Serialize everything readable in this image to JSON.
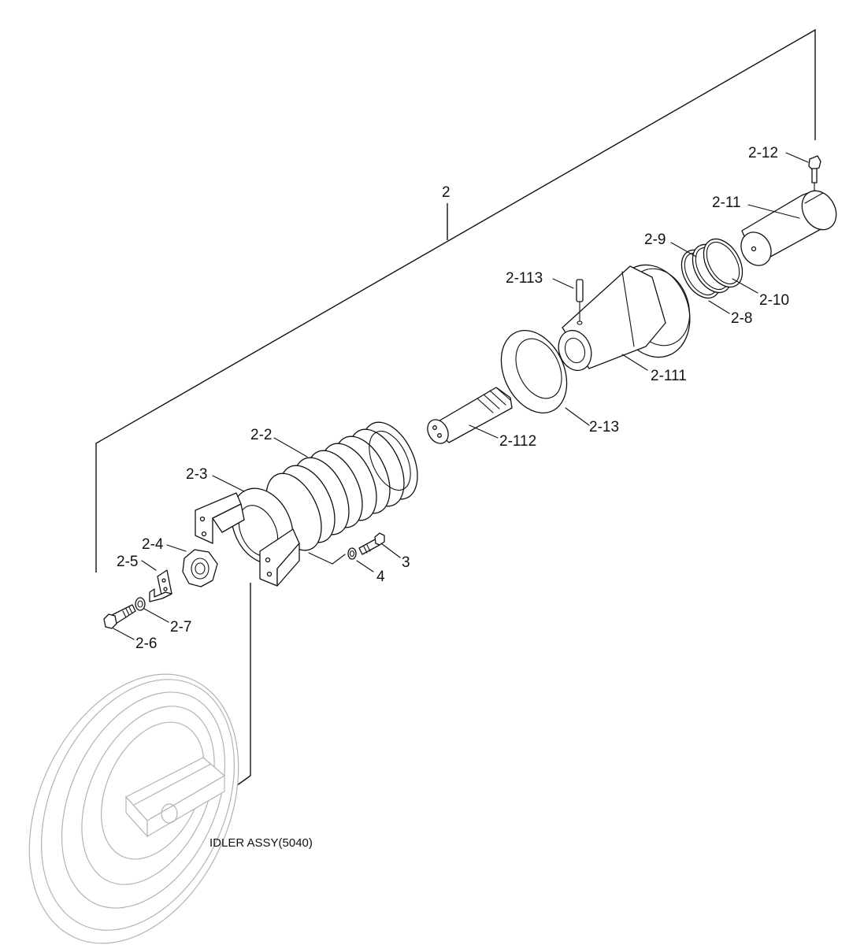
{
  "assembly_label": "2",
  "callouts": {
    "p2_12": "2-12",
    "p2_11": "2-11",
    "p2_9": "2-9",
    "p2_10": "2-10",
    "p2_8": "2-8",
    "p2_113": "2-113",
    "p2_111": "2-111",
    "p2_13": "2-13",
    "p2_112": "2-112",
    "p2_2": "2-2",
    "p2_3": "2-3",
    "p2_4": "2-4",
    "p2_5": "2-5",
    "p2_6": "2-6",
    "p2_7": "2-7",
    "p3": "3",
    "p4": "4"
  },
  "reference_label": "IDLER ASSY(5040)",
  "colors": {
    "line": "#111111",
    "ghost": "#b3b3b3",
    "background": "#ffffff"
  }
}
